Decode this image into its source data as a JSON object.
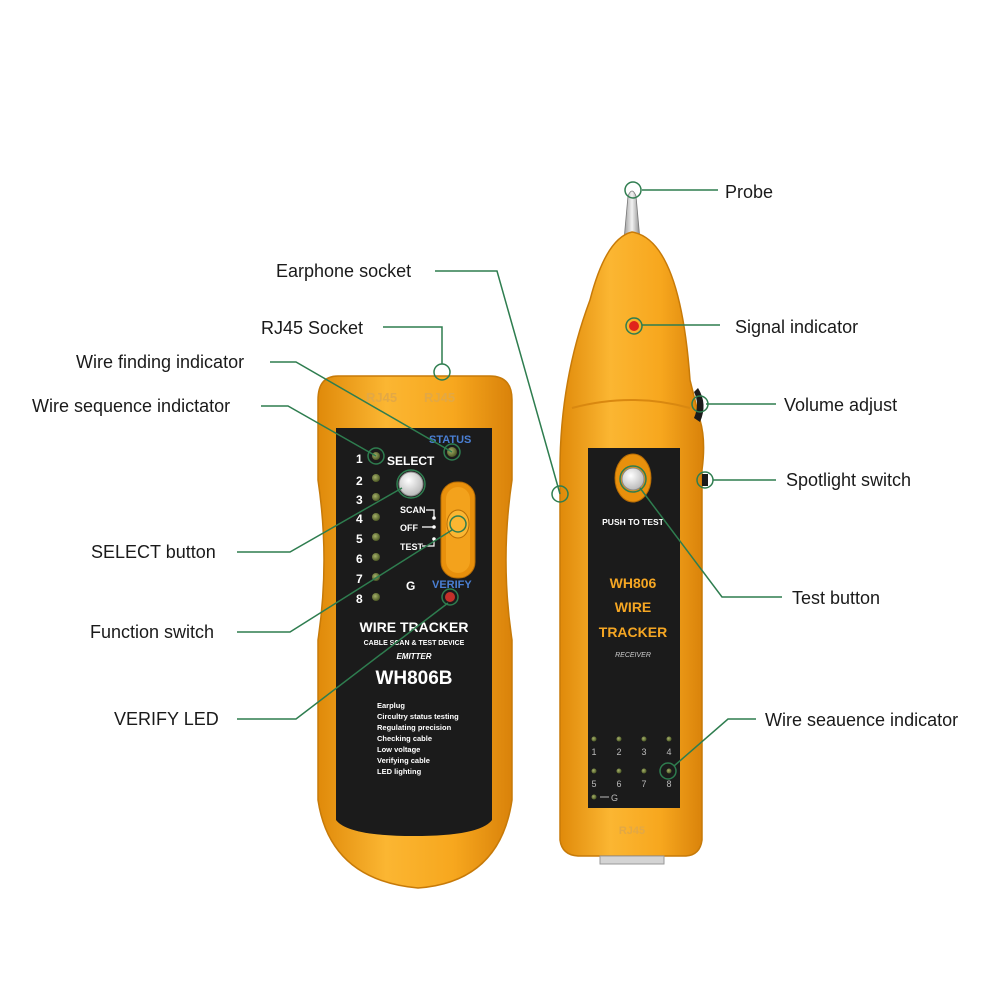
{
  "callouts": {
    "probe": "Probe",
    "earphone_socket": "Earphone socket",
    "signal_indicator": "Signal indicator",
    "rj45_socket": "RJ45 Socket",
    "wire_finding_indicator": "Wire finding indicator",
    "volume_adjust": "Volume adjust",
    "wire_sequence_indicator_left": "Wire sequence indictator",
    "spotlight_switch": "Spotlight switch",
    "select_button": "SELECT button",
    "test_button": "Test button",
    "function_switch": "Function switch",
    "verify_led": "VERIFY LED",
    "wire_sequence_indicator_right": "Wire seauence indicator"
  },
  "emitter": {
    "top_labels": [
      "RJ45",
      "RJ45"
    ],
    "status_label": "STATUS",
    "select_label": "SELECT",
    "wire_numbers": [
      "1",
      "2",
      "3",
      "4",
      "5",
      "6",
      "7",
      "8"
    ],
    "switch_positions": [
      "SCAN",
      "OFF",
      "TEST"
    ],
    "g_label": "G",
    "verify_label": "VERIFY",
    "title": "WIRE TRACKER",
    "subtitle": "CABLE SCAN & TEST DEVICE",
    "role": "EMITTER",
    "model": "WH806B",
    "features": [
      "Earplug",
      "Circultry status testing",
      "Regulating precision",
      "Checking cable",
      "Low voltage",
      "Verifying cable",
      "LED lighting"
    ]
  },
  "receiver": {
    "push_label": "PUSH TO TEST",
    "model": "WH806",
    "title_line1": "WIRE",
    "title_line2": "TRACKER",
    "role": "RECEIVER",
    "seq_top": [
      "1",
      "2",
      "3",
      "4"
    ],
    "seq_bottom": [
      "5",
      "6",
      "7",
      "8"
    ],
    "g_label": "G",
    "bottom_label": "RJ45"
  },
  "colors": {
    "body_orange": "#f5a623",
    "panel_black": "#1b1b1b",
    "leader_green": "#2e7d4f",
    "status_blue": "#4a7fd4",
    "led_off": "#6b7a3a",
    "led_red": "#e0241b"
  }
}
